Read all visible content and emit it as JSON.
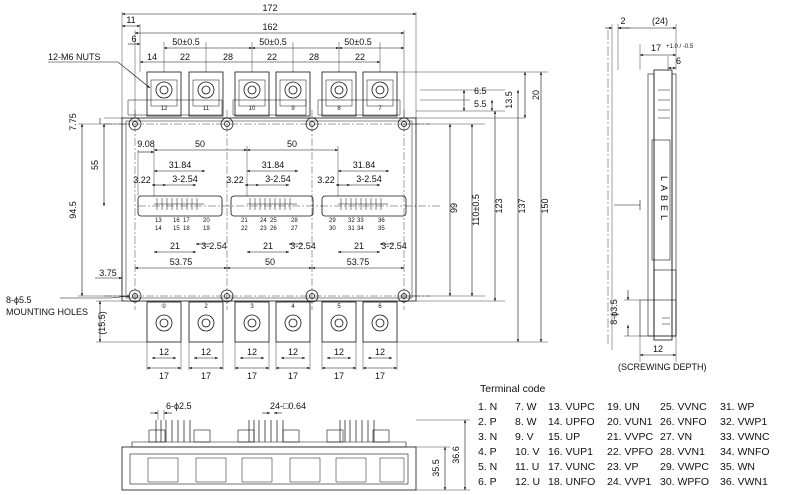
{
  "labels": {
    "nuts": "12-M6 NUTS",
    "mounting_hole_size": "8-ϕ5.5",
    "mounting_holes": "MOUNTING HOLES",
    "screwing_depth": "(SCREWING DEPTH)",
    "side_holes": "8-ϕ3.5",
    "label_text": "LABEL",
    "pin_pitch_top": "6-ϕ2.5",
    "pin_square": "24-□0.64"
  },
  "dims": {
    "d172": "172",
    "d162": "162",
    "d11": "11",
    "d6": "6",
    "d50a": "50±0.5",
    "d50b": "50±0.5",
    "d50c": "50±0.5",
    "d14": "14",
    "d22a": "22",
    "d28a": "28",
    "d22b": "22",
    "d28b": "28",
    "d22c": "22",
    "d775": "7.75",
    "d55": "55",
    "d945": "94.5",
    "d375": "3.75",
    "d155": "(15.5)",
    "d908": "9.08",
    "d50d": "50",
    "d50e": "50",
    "d3184a": "31.84",
    "d3184b": "31.84",
    "d3184c": "31.84",
    "d322a": "3.22",
    "d322b": "3.22",
    "d322c": "3.22",
    "d3254a": "3-2.54",
    "d3254b": "3-2.54",
    "d3254c": "3-2.54",
    "d21a": "21",
    "d21b": "21",
    "d21c": "21",
    "d3254d": "3-2.54",
    "d3254e": "3-2.54",
    "d3254f": "3-2.54",
    "d5375a": "53.75",
    "d50f": "50",
    "d5375b": "53.75",
    "d12a": "12",
    "d12b": "12",
    "d12c": "12",
    "d12d": "12",
    "d12e": "12",
    "d12f": "12",
    "d17a": "17",
    "d17b": "17",
    "d17c": "17",
    "d17d": "17",
    "d17e": "17",
    "d17f": "17",
    "d65": "6.5",
    "d55b": "5.5",
    "d135": "13.5",
    "d20": "20",
    "d99": "99",
    "d110": "110±0.5",
    "d123": "123",
    "d137": "137",
    "d150": "150",
    "dside2": "2",
    "dside24": "(24)",
    "dside17": "17",
    "dside17tol": "+1.0 / -0.5",
    "dside6": "6",
    "dside12": "12",
    "d355": "35.5",
    "d366": "36.6"
  },
  "pins": {
    "c1": [
      "13",
      "14",
      "16",
      "17",
      "15",
      "18",
      "20",
      "19"
    ],
    "c2": [
      "21",
      "22",
      "24",
      "25",
      "23",
      "26",
      "28",
      "27"
    ],
    "c3": [
      "29",
      "30",
      "32",
      "33",
      "31",
      "34",
      "36",
      "35"
    ]
  },
  "terminals": {
    "n_top": [
      "12",
      "11",
      "10",
      "9",
      "8",
      "7"
    ],
    "n_bot": [
      "①",
      "2",
      "3",
      "4",
      "5",
      "6"
    ]
  },
  "terminal_code": {
    "title": "Terminal code",
    "rows": [
      [
        "1. N",
        "7. W",
        "13. VUPC",
        "19. UN",
        "25. VVNC",
        "31. WP"
      ],
      [
        "2. P",
        "8. W",
        "14. UPFO",
        "20. VUN1",
        "26. VNFO",
        "32. VWP1"
      ],
      [
        "3. N",
        "9. V",
        "15. UP",
        "21. VVPC",
        "27. VN",
        "33. VWNC"
      ],
      [
        "4. P",
        "10. V",
        "16. VUP1",
        "22. VPFO",
        "28. VVN1",
        "34. WNFO"
      ],
      [
        "5. N",
        "11. U",
        "17. VUNC",
        "23. VP",
        "29. VWPC",
        "35. WN"
      ],
      [
        "6. P",
        "12. U",
        "18. UNFO",
        "24. VVP1",
        "30. WPFO",
        "36. VWN1"
      ]
    ]
  }
}
